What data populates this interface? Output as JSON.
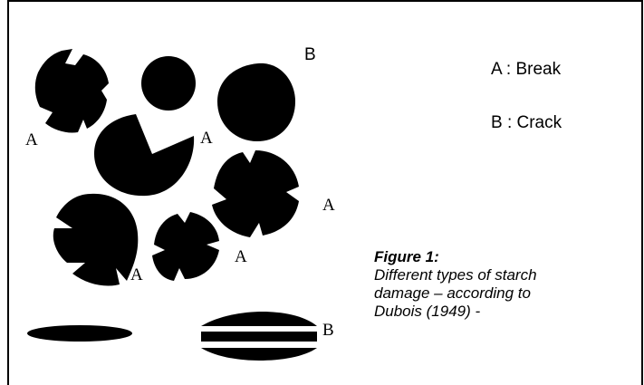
{
  "legend": {
    "a": "A : Break",
    "b": "B : Crack"
  },
  "labels": {
    "a": "A",
    "b": "B"
  },
  "caption": {
    "title": "Figure 1:",
    "line1": "Different types of starch",
    "line2": "damage – according to",
    "line3": "Dubois (1949) -"
  },
  "colors": {
    "ink": "#000000",
    "paper": "#ffffff"
  }
}
